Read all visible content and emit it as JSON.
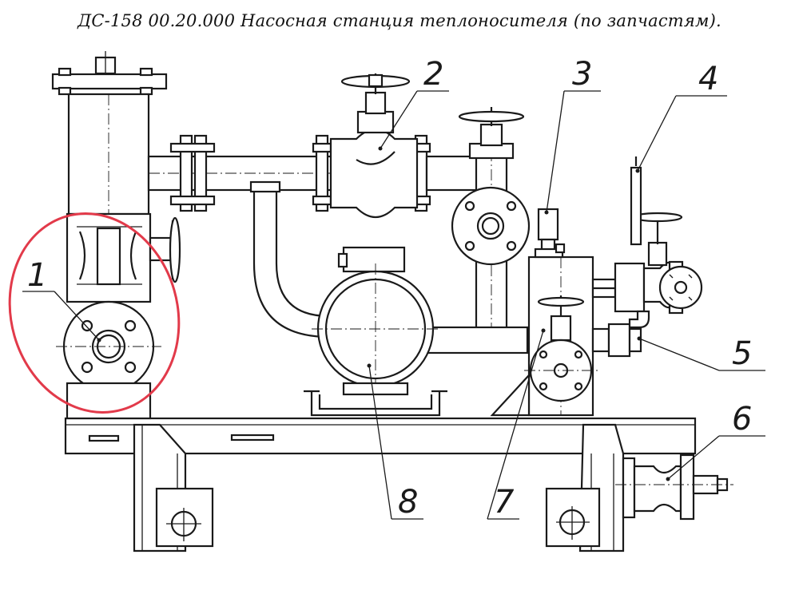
{
  "title": "ДС-158 00.20.000 Насосная станция теплоносителя (по запчастям).",
  "callouts": [
    {
      "label": "1"
    },
    {
      "label": "2"
    },
    {
      "label": "3"
    },
    {
      "label": "4"
    },
    {
      "label": "5"
    },
    {
      "label": "6"
    },
    {
      "label": "7"
    },
    {
      "label": "8"
    }
  ],
  "colors": {
    "highlight": "#e23a4a",
    "ink": "#1a1a1a"
  }
}
